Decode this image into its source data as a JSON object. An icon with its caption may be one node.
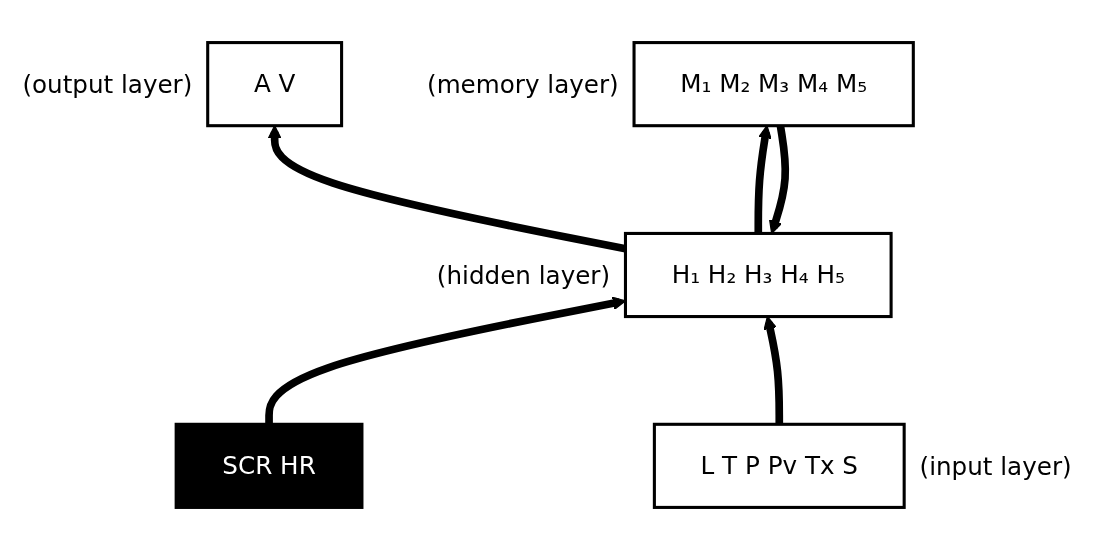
{
  "diagram": {
    "nodes": [
      {
        "text": [
          "A V"
        ],
        "beside": [
          "(output layer)"
        ]
      },
      {
        "text": [
          "H₁ H₂ H₃ H₄ H₅"
        ],
        "beside": [
          "(hidden layer)"
        ]
      },
      {
        "text": [
          "M₁ M₂ M₃ M₄ M₅"
        ],
        "beside": [
          "(memory layer)"
        ]
      },
      {
        "text": [
          "SCR HR"
        ]
      },
      {
        "text": [
          "L T P Pv Tx S"
        ],
        "beside": [
          "(input layer)"
        ]
      }
    ],
    "edges": [
      {
        "from": 1,
        "to": 0,
        "arrow": "to"
      },
      {
        "from": 1,
        "to": 2,
        "arrow": "to"
      },
      {
        "from": 2,
        "to": 1,
        "arrow": "to"
      },
      {
        "from": 3,
        "to": 1,
        "arrow": "to"
      },
      {
        "from": 4,
        "to": 1,
        "arrow": "to"
      }
    ]
  }
}
